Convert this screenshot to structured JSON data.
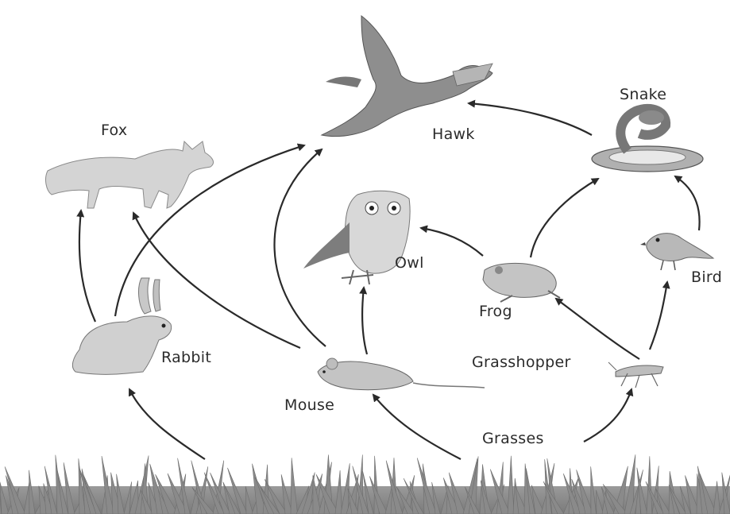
{
  "labels": {
    "fox": "Fox",
    "hawk": "Hawk",
    "snake": "Snake",
    "owl": "Owl",
    "frog": "Frog",
    "bird": "Bird",
    "rabbit": "Rabbit",
    "mouse": "Mouse",
    "grasshopper": "Grasshopper",
    "grasses": "Grasses"
  },
  "food_web": [
    {
      "from": "grasses",
      "to": "rabbit"
    },
    {
      "from": "grasses",
      "to": "mouse"
    },
    {
      "from": "grasses",
      "to": "grasshopper"
    },
    {
      "from": "rabbit",
      "to": "fox"
    },
    {
      "from": "rabbit",
      "to": "hawk"
    },
    {
      "from": "mouse",
      "to": "fox"
    },
    {
      "from": "mouse",
      "to": "hawk"
    },
    {
      "from": "mouse",
      "to": "owl"
    },
    {
      "from": "grasshopper",
      "to": "frog"
    },
    {
      "from": "grasshopper",
      "to": "bird"
    },
    {
      "from": "frog",
      "to": "owl"
    },
    {
      "from": "frog",
      "to": "snake"
    },
    {
      "from": "bird",
      "to": "snake"
    },
    {
      "from": "snake",
      "to": "hawk"
    }
  ],
  "colors": {
    "arrow": "#2a2a2a",
    "grass": "#8a8a8a",
    "animal_fill": "#c9c9c9",
    "animal_dark": "#8c8c8c"
  }
}
